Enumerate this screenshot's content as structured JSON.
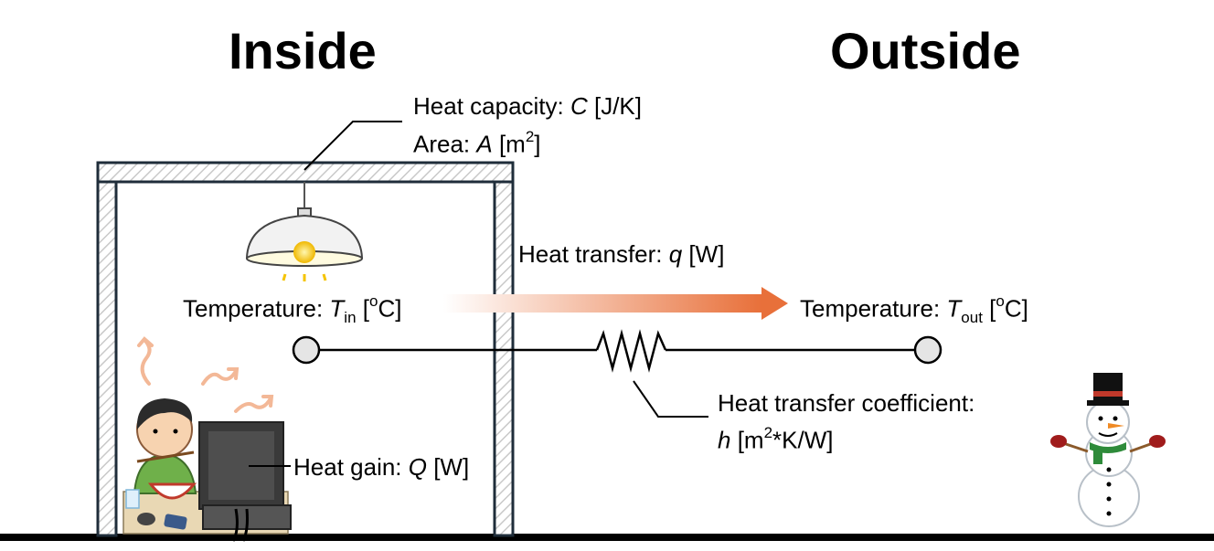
{
  "headings": {
    "inside": "Inside",
    "outside": "Outside"
  },
  "roof_label": {
    "heat_capacity_prefix": "Heat capacity: ",
    "heat_capacity_var": "C",
    "heat_capacity_unit": " [J/K]",
    "area_prefix": "Area: ",
    "area_var": "A",
    "area_unit_open": " [m",
    "area_unit_sup": "2",
    "area_unit_close": "]"
  },
  "heat_transfer": {
    "prefix": "Heat transfer: ",
    "var": "q",
    "unit": " [W]"
  },
  "temp_in": {
    "prefix": "Temperature: ",
    "var": "T",
    "sub": "in",
    "open": " [",
    "deg": "o",
    "close": "C]"
  },
  "temp_out": {
    "prefix": "Temperature: ",
    "var": "T",
    "sub": "out",
    "open": " [",
    "deg": "o",
    "close": "C]"
  },
  "coefficient": {
    "line1": "Heat transfer coefficient:",
    "var": "h",
    "open": " [m",
    "sup": "2",
    "close": "*K/W]"
  },
  "heat_gain": {
    "prefix": "Heat gain: ",
    "var": "Q",
    "unit": " [W]"
  },
  "colors": {
    "wall": "#1f2d3a",
    "arrow_start": "#ffffff",
    "arrow_end": "#e8703a",
    "node_fill": "#e5e5e5",
    "lamp_glow": "#f5c400"
  }
}
